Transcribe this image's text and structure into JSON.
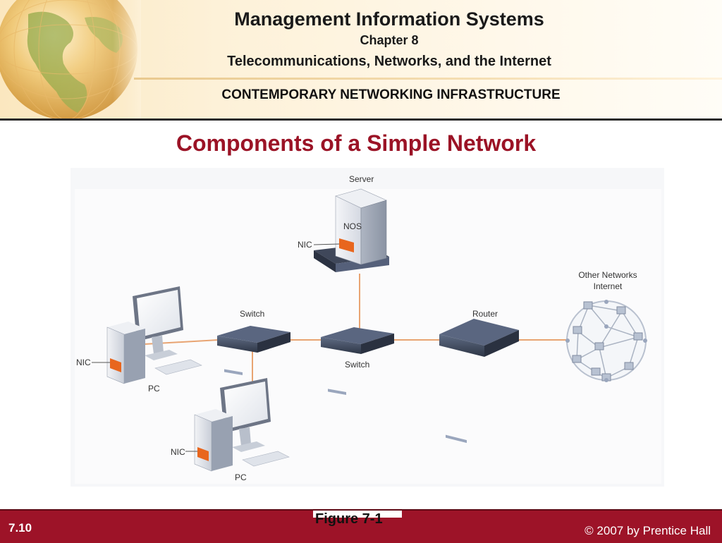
{
  "header": {
    "title": "Management Information Systems",
    "chapter": "Chapter 8",
    "subtitle": "Telecommunications, Networks, and the Internet",
    "section": "CONTEMPORARY NETWORKING INFRASTRUCTURE"
  },
  "slide": {
    "title": "Components of a Simple Network"
  },
  "diagram": {
    "server_label": "Server",
    "nos_label": "NOS",
    "nic_server": "NIC",
    "switch1_label": "Switch",
    "switch2_label": "Switch",
    "router_label": "Router",
    "internet_label_line1": "Other Networks",
    "internet_label_line2": "Internet",
    "nic_pc1": "NIC",
    "pc1_label": "PC",
    "nic_pc2": "NIC",
    "pc2_label": "PC"
  },
  "footer": {
    "slide_number": "7.10",
    "figure": "Figure 7-1",
    "copyright": "© 2007 by Prentice Hall"
  },
  "colors": {
    "title_red": "#9b1326",
    "footer_bg": "#9d1328",
    "cable": "#e8a472",
    "nic_orange": "#e8661e"
  }
}
